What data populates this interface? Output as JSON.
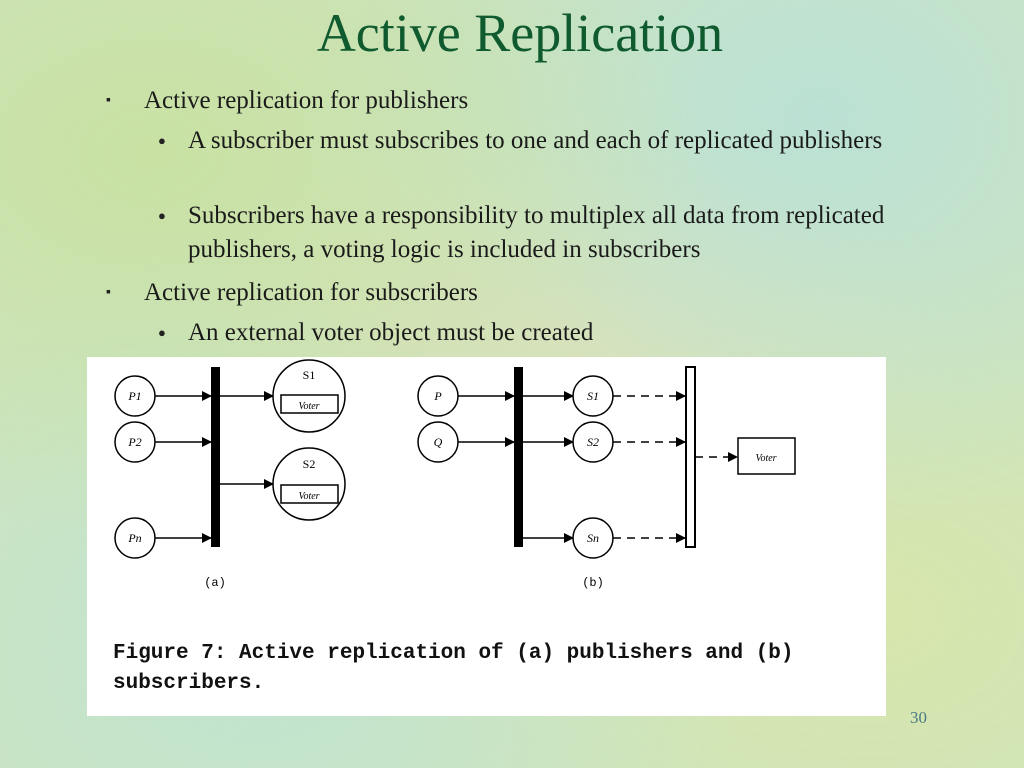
{
  "slide": {
    "title": "Active Replication",
    "bullets": [
      {
        "text": "Active replication for publishers",
        "sub": [
          "A subscriber must subscribes to one and each of replicated publishers",
          "Subscribers have a responsibility to multiplex all data from replicated publishers, a voting logic is included in subscribers"
        ]
      },
      {
        "text": "Active replication for subscribers",
        "sub": [
          "An external voter object must be created"
        ]
      }
    ],
    "bullet_marks": {
      "level1": "▪",
      "level2": "●"
    },
    "page_number": "30"
  },
  "figure": {
    "caption": "Figure 7:  Active replication of (a) publishers and (b) subscribers.",
    "panel_a": {
      "label": "(a)",
      "publishers": [
        "P1",
        "P2",
        "Pn"
      ],
      "subscribers": [
        "S1",
        "S2"
      ],
      "voter_label": "Voter"
    },
    "panel_b": {
      "label": "(b)",
      "publishers": [
        "P",
        "Q"
      ],
      "subscribers": [
        "S1",
        "S2",
        "Sn"
      ],
      "voter_label": "Voter"
    }
  },
  "colors": {
    "title": "#0f5a2e",
    "text": "#1a1a1a",
    "page_number": "#4b7a80",
    "background": "#cfe4bf"
  }
}
